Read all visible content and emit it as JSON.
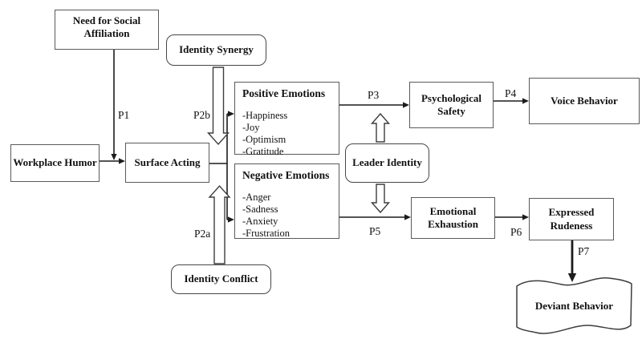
{
  "diagram": {
    "nodes": {
      "need_social": {
        "label": "Need for Social Affiliation"
      },
      "workplace_humor": {
        "label": "Workplace Humor"
      },
      "surface_acting": {
        "label": "Surface Acting"
      },
      "identity_synergy": {
        "label": "Identity Synergy"
      },
      "identity_conflict": {
        "label": "Identity Conflict"
      },
      "leader_identity": {
        "label": "Leader Identity"
      },
      "positive_emotions": {
        "title": "Positive Emotions",
        "items": [
          "-Happiness",
          "-Joy",
          "-Optimism",
          "-Gratitude"
        ]
      },
      "negative_emotions": {
        "title": "Negative Emotions",
        "items": [
          "-Anger",
          "-Sadness",
          "-Anxiety",
          "-Frustration"
        ]
      },
      "psychological_safety": {
        "label": "Psychological Safety"
      },
      "voice_behavior": {
        "label": "Voice Behavior"
      },
      "emotional_exhaustion": {
        "label": "Emotional Exhaustion"
      },
      "expressed_rudeness": {
        "label": "Expressed Rudeness"
      },
      "deviant_behavior": {
        "label": "Deviant Behavior"
      }
    },
    "path_labels": {
      "p1": "P1",
      "p2a": "P2a",
      "p2b": "P2b",
      "p3": "P3",
      "p4": "P4",
      "p5": "P5",
      "p6": "P6",
      "p7": "P7"
    },
    "colors": {
      "line": "#1c1c1c",
      "box_border": "#5a5a5a",
      "background": "#ffffff",
      "text": "#111111"
    }
  }
}
